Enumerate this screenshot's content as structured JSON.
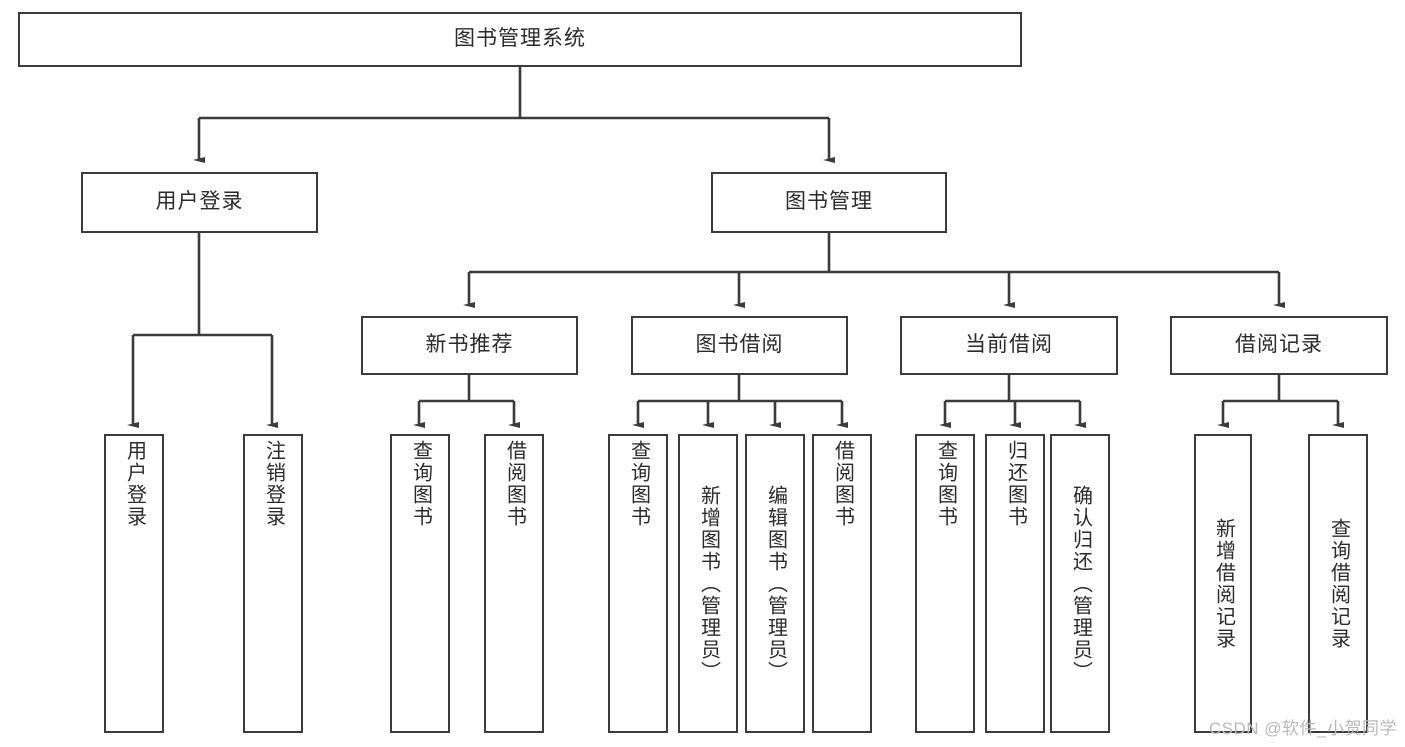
{
  "diagram": {
    "type": "tree-hierarchy",
    "title": "图书管理系统",
    "watermark": "CSDN @软件_小贺同学",
    "colors": {
      "border": "#3b3b3b",
      "text": "#2b2b2b",
      "background": "#ffffff",
      "watermark": "#b9b9b9"
    },
    "nodes": {
      "root": {
        "label": "图书管理系统"
      },
      "level2": [
        {
          "label": "用户登录"
        },
        {
          "label": "图书管理"
        }
      ],
      "level3": [
        {
          "label": "新书推荐"
        },
        {
          "label": "图书借阅"
        },
        {
          "label": "当前借阅"
        },
        {
          "label": "借阅记录"
        }
      ],
      "leaves": [
        {
          "label": "用户登录",
          "parent": "用户登录"
        },
        {
          "label": "注销登录",
          "parent": "用户登录"
        },
        {
          "label": "查询图书",
          "parent": "新书推荐"
        },
        {
          "label": "借阅图书",
          "parent": "新书推荐"
        },
        {
          "label": "查询图书",
          "parent": "图书借阅"
        },
        {
          "label": "新增图书（管理员）",
          "parent": "图书借阅"
        },
        {
          "label": "编辑图书（管理员）",
          "parent": "图书借阅"
        },
        {
          "label": "借阅图书",
          "parent": "图书借阅"
        },
        {
          "label": "查询图书",
          "parent": "当前借阅"
        },
        {
          "label": "归还图书",
          "parent": "当前借阅"
        },
        {
          "label": "确认归还（管理员）",
          "parent": "当前借阅"
        },
        {
          "label": "新增借阅记录",
          "parent": "借阅记录"
        },
        {
          "label": "查询借阅记录",
          "parent": "借阅记录"
        }
      ]
    }
  }
}
